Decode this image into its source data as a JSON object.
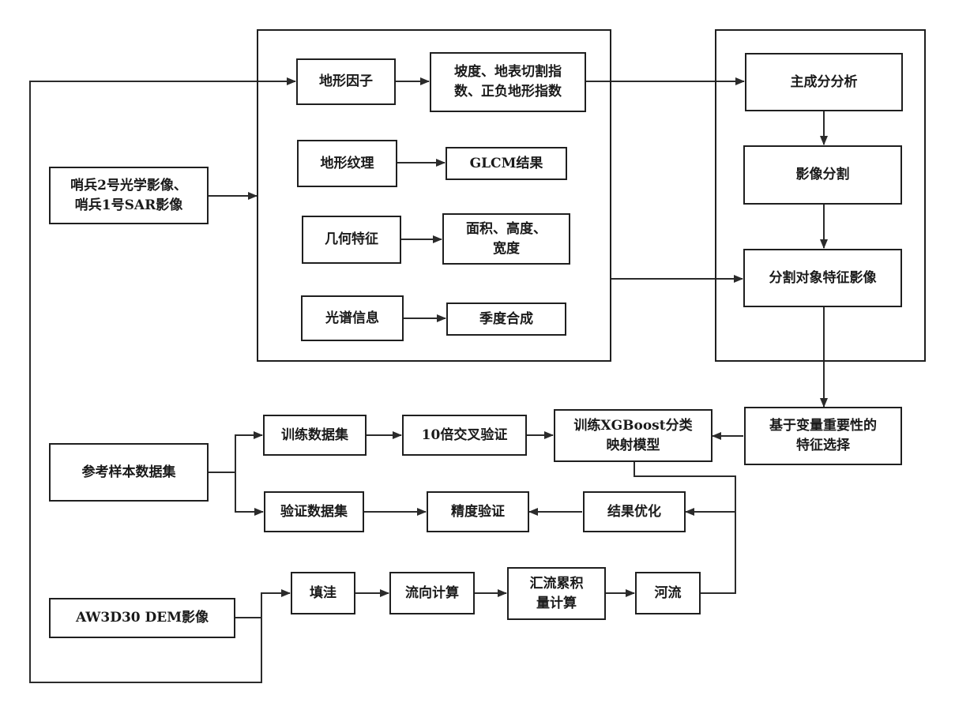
{
  "nodes": {
    "sentinel_imagery": "哨兵2号光学影像、\n哨兵1号SAR影像",
    "terrain_factor": "地形因子",
    "terrain_factor_result": "坡度、地表切割指\n数、正负地形指数",
    "terrain_texture": "地形纹理",
    "glcm_result": "GLCM结果",
    "geometric_feature": "几何特征",
    "geometric_result": "面积、高度、\n宽度",
    "spectral_info": "光谱信息",
    "seasonal_composite": "季度合成",
    "pca": "主成分分析",
    "image_segmentation": "影像分割",
    "segment_feature_image": "分割对象特征影像",
    "feature_selection": "基于变量重要性的\n特征选择",
    "reference_samples": "参考样本数据集",
    "training_set": "训练数据集",
    "cross_validation": "10倍交叉验证",
    "xgboost_model": "训练XGBoost分类\n映射模型",
    "validation_set": "验证数据集",
    "accuracy_validation": "精度验证",
    "result_optimization": "结果优化",
    "dem_image": "AW3D30 DEM影像",
    "fill_sinks": "填洼",
    "flow_direction": "流向计算",
    "flow_accumulation": "汇流累积\n量计算",
    "river": "河流"
  }
}
